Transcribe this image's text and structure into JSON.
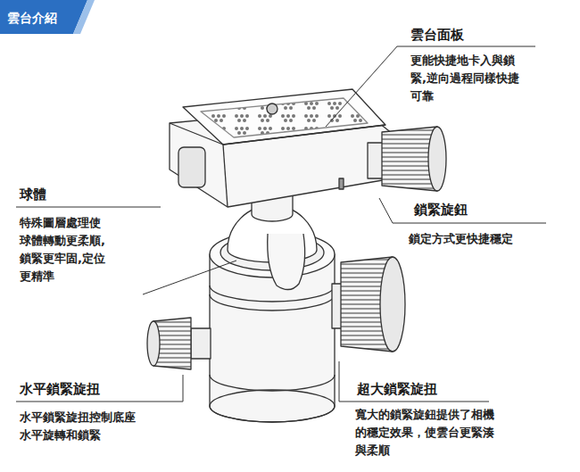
{
  "diagram": {
    "title": "雲台介紹",
    "labels": [
      "雲台面板",
      "更能快捷地卡入與鎖緊,逆向過程同樣快捷可靠",
      "鎖緊旋鈕",
      "鎖定方式更快捷穩定",
      "球體",
      "特殊圖層處理使球體轉動更柔順,鎖緊更牢固,定位更精準",
      "水平鎖緊旋扭",
      "水平鎖緊旋扭控制底座水平旋轉和鎖緊",
      "超大鎖緊旋扭",
      "寬大的鎖緊旋鈕提供了相機的穩定效果，使雲台更緊湊與柔順"
    ]
  }
}
